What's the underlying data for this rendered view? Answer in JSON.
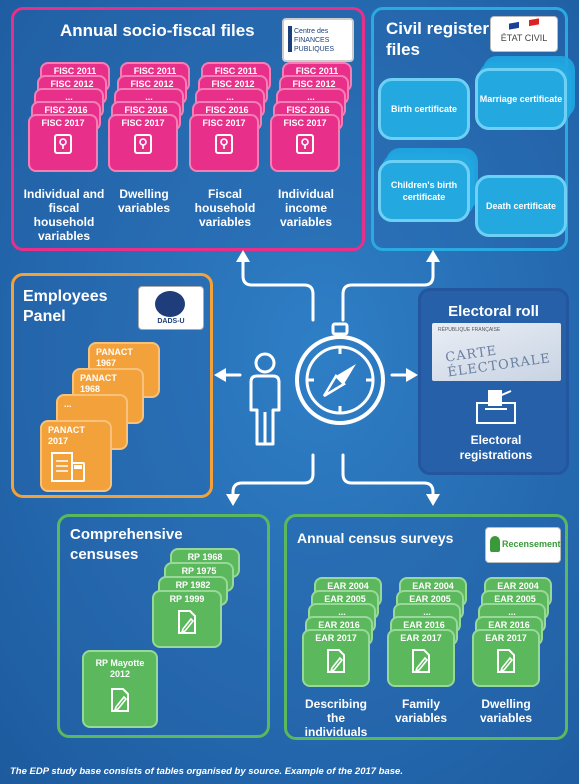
{
  "panels": {
    "fiscal": {
      "title": "Annual socio-fiscal files",
      "logo_text": "Centre des FINANCES PUBLIQUES",
      "stacks": [
        {
          "labels": [
            "FISC 2011",
            "FISC 2012",
            "...",
            "FISC 2016",
            "FISC 2017"
          ],
          "caption": "Individual and fiscal household variables"
        },
        {
          "labels": [
            "FISC 2011",
            "FISC 2012",
            "...",
            "FISC 2016",
            "FISC 2017"
          ],
          "caption": "Dwelling variables"
        },
        {
          "labels": [
            "FISC 2011",
            "FISC 2012",
            "...",
            "FISC 2016",
            "FISC 2017"
          ],
          "caption": "Fiscal household variables"
        },
        {
          "labels": [
            "FISC 2011",
            "FISC 2012",
            "...",
            "FISC 2016",
            "FISC 2017"
          ],
          "caption": "Individual income variables"
        }
      ]
    },
    "civil": {
      "title": "Civil register files",
      "logo_text": "ÉTAT CIVIL",
      "items": [
        "Birth certificate",
        "Marriage certificate",
        "Children's birth certificate",
        "Death certificate"
      ]
    },
    "employees": {
      "title": "Employees Panel",
      "logo_text": "DADS-U",
      "cards": [
        "PANACT 1967",
        "PANACT 1968",
        "...",
        "PANACT 2017"
      ]
    },
    "electoral": {
      "title": "Electoral roll",
      "image_text": "CARTE ÉLECTORALE",
      "image_header": "RÉPUBLIQUE FRANÇAISE",
      "caption": "Electoral registrations"
    },
    "censuses": {
      "title": "Comprehensive censuses",
      "cards": [
        "RP 1968",
        "RP 1975",
        "RP 1982",
        "RP 1999"
      ],
      "mayotte": "RP Mayotte 2012"
    },
    "surveys": {
      "title": "Annual census surveys",
      "logo_text": "Recensement",
      "stacks": [
        {
          "labels": [
            "EAR 2004",
            "EAR 2005",
            "...",
            "EAR 2016",
            "EAR 2017"
          ],
          "caption": "Describing the individuals"
        },
        {
          "labels": [
            "EAR 2004",
            "EAR 2005",
            "...",
            "EAR 2016",
            "EAR 2017"
          ],
          "caption": "Family variables"
        },
        {
          "labels": [
            "EAR 2004",
            "EAR 2005",
            "...",
            "EAR 2016",
            "EAR 2017"
          ],
          "caption": "Dwelling variables"
        }
      ]
    }
  },
  "footnote": "The EDP study base consists of tables organised by source. Example of the 2017 base.",
  "colors": {
    "fiscal": "#e8308a",
    "civil": "#2aaae2",
    "employees": "#f3a13b",
    "electoral": "#2456a0",
    "census": "#5cb85c",
    "arrow": "#ffffff"
  }
}
